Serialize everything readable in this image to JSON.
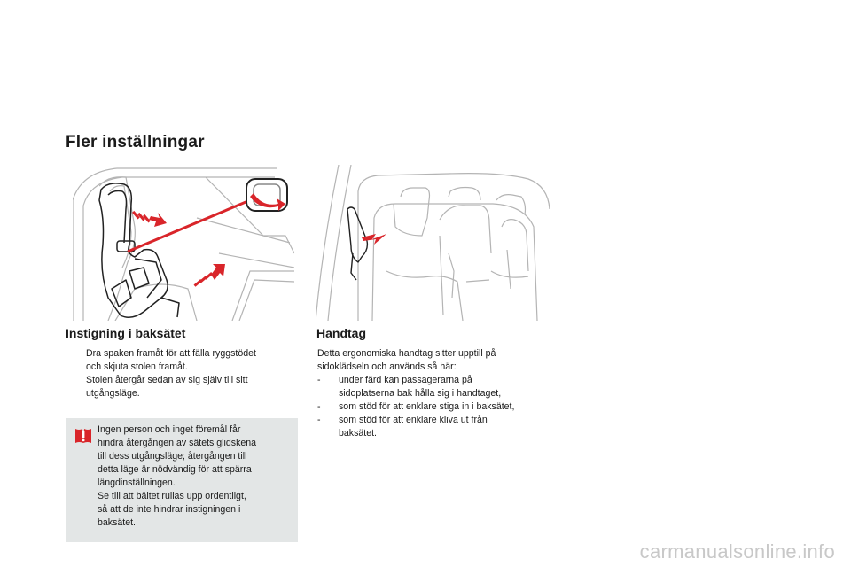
{
  "page_title": "Fler inställningar",
  "left_section": {
    "heading": "Instigning i baksätet",
    "bullet_symbol": "",
    "step_lines": [
      "Dra spaken framåt för att fälla ryggstödet",
      "och skjuta stolen framåt.",
      "Stolen återgår sedan av sig själv till sitt",
      "utgångsläge."
    ],
    "warning_lines": [
      "Ingen person och inget föremål får",
      "hindra återgången av sätets glidskena",
      "till dess utgångsläge; återgången till",
      "detta läge är nödvändig för att spärra",
      "längdinställningen.",
      "Se till att bältet rullas upp ordentligt,",
      "så att de inte hindrar instigningen i",
      "baksätet."
    ]
  },
  "right_section": {
    "heading": "Handtag",
    "intro_lines": [
      "Detta ergonomiska handtag sitter upptill på",
      "sidoklädseln och används så här:"
    ],
    "items": [
      {
        "dash": "-",
        "lines": [
          "under färd kan passagerarna på",
          "sidoplatserna bak hålla sig i handtaget,"
        ]
      },
      {
        "dash": "-",
        "lines": [
          "som stöd för att enklare stiga in i baksätet,"
        ]
      },
      {
        "dash": "-",
        "lines": [
          "som stöd för att enklare kliva ut från",
          "baksätet."
        ]
      }
    ]
  },
  "watermark": "carmanualsonline.info",
  "colors": {
    "accent_red": "#d9252a",
    "box_gray": "#e3e6e6",
    "line_gray": "#b4b4b4"
  },
  "icons": [
    "warning-icon",
    "seat-illustration",
    "rear-seat-illustration",
    "red-arrow-icon"
  ]
}
